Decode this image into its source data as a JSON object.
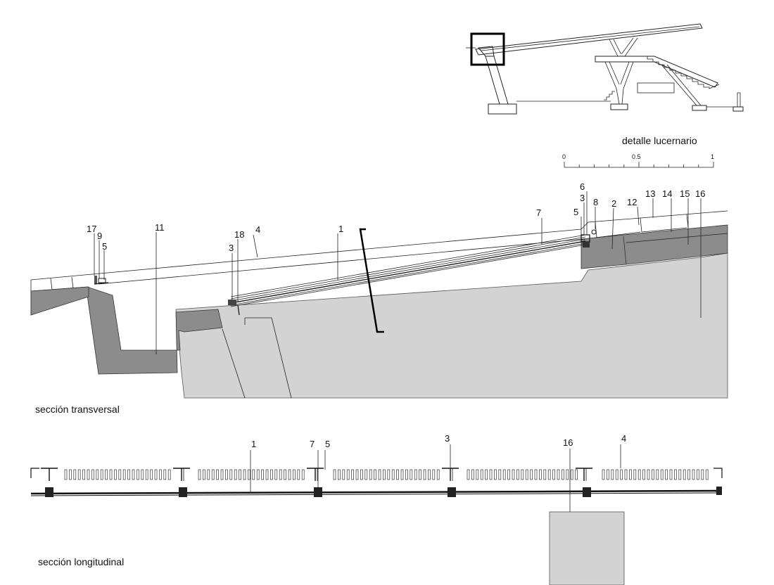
{
  "titles": {
    "detail": "detalle lucernario",
    "transverse": "sección transversal",
    "longitudinal": "sección longitudinal"
  },
  "scale": {
    "ticks": [
      "0",
      "0.5",
      "1"
    ]
  },
  "transverse_labels": [
    "17",
    "9",
    "5",
    "11",
    "18",
    "3",
    "4",
    "1",
    "7",
    "6",
    "3",
    "5",
    "8",
    "2",
    "12",
    "13",
    "14",
    "15",
    "16"
  ],
  "longitudinal_labels": [
    "1",
    "7",
    "5",
    "3",
    "16",
    "4"
  ],
  "colors": {
    "dark_fill": "#8c8c8c",
    "light_fill": "#d3d3d3",
    "line": "#222222"
  }
}
